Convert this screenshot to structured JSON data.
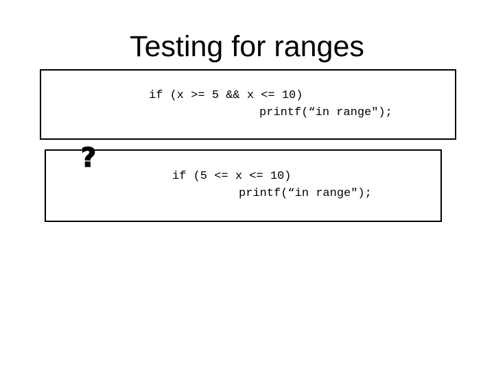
{
  "slide": {
    "title": "Testing for ranges",
    "box1": {
      "line1": "if (x >= 5 && x <= 10)",
      "line2": "printf(“in range\");"
    },
    "box2": {
      "line1": "if (5 <= x <= 10)",
      "line2": "printf(“in range\");"
    },
    "question_mark": "?"
  },
  "icons": {
    "question": "question-mark-icon"
  },
  "colors": {
    "background": "#ffffff",
    "text": "#000000",
    "border": "#000000"
  }
}
